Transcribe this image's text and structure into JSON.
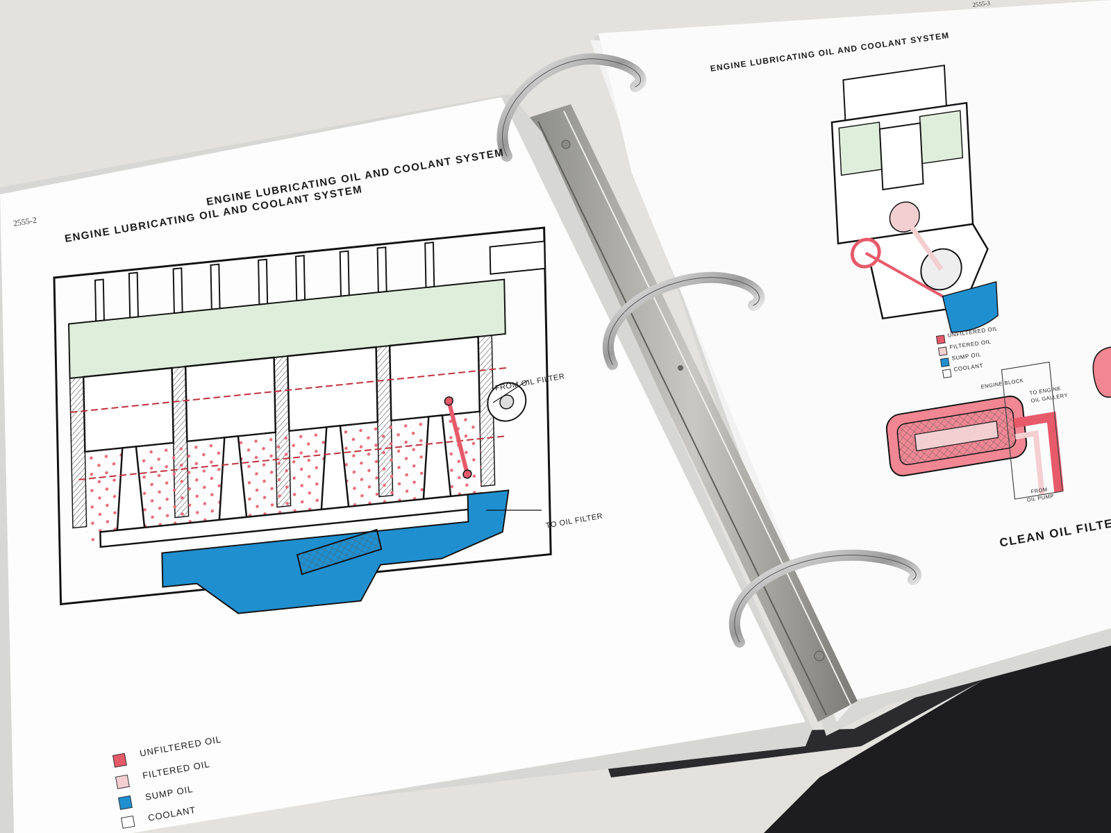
{
  "colors": {
    "unfiltered_oil": "#e75a6a",
    "filtered_oil": "#f4cfd2",
    "sump_oil": "#1f8fcf",
    "coolant": "#ffffff",
    "coolant_jacket": "#dfeedb"
  },
  "left_page": {
    "page_number": "2555-2",
    "running_title": "ENGINE LUBRICATING OIL AND COOLANT SYSTEM",
    "heading": "ENGINE LUBRICATING OIL AND COOLANT SYSTEM",
    "callouts": {
      "from_oil_filter": "FROM OIL FILTER",
      "to_oil_filter": "TO OIL FILTER"
    },
    "legend": [
      {
        "label": "UNFILTERED OIL",
        "color": "#e75a6a"
      },
      {
        "label": "FILTERED OIL",
        "color": "#f4cfd2"
      },
      {
        "label": "SUMP OIL",
        "color": "#1f8fcf"
      },
      {
        "label": "COOLANT",
        "color": "#ffffff"
      }
    ]
  },
  "right_page": {
    "page_number": "2555-3",
    "heading": "ENGINE LUBRICATING OIL AND COOLANT SYSTEM",
    "legend": [
      {
        "label": "UNFILTERED OIL",
        "color": "#e75a6a"
      },
      {
        "label": "FILTERED OIL",
        "color": "#f4cfd2"
      },
      {
        "label": "SUMP OIL",
        "color": "#1f8fcf"
      },
      {
        "label": "COOLANT",
        "color": "#ffffff"
      }
    ],
    "filter_labels": {
      "engine_block": "ENGINE BLOCK",
      "to_engine_oil_gallery_1": "TO ENGINE",
      "to_engine_oil_gallery_2": "OIL GALLERY",
      "from_oil_pump_1": "FROM",
      "from_oil_pump_2": "OIL PUMP"
    },
    "caption": "CLEAN OIL FILTER"
  }
}
